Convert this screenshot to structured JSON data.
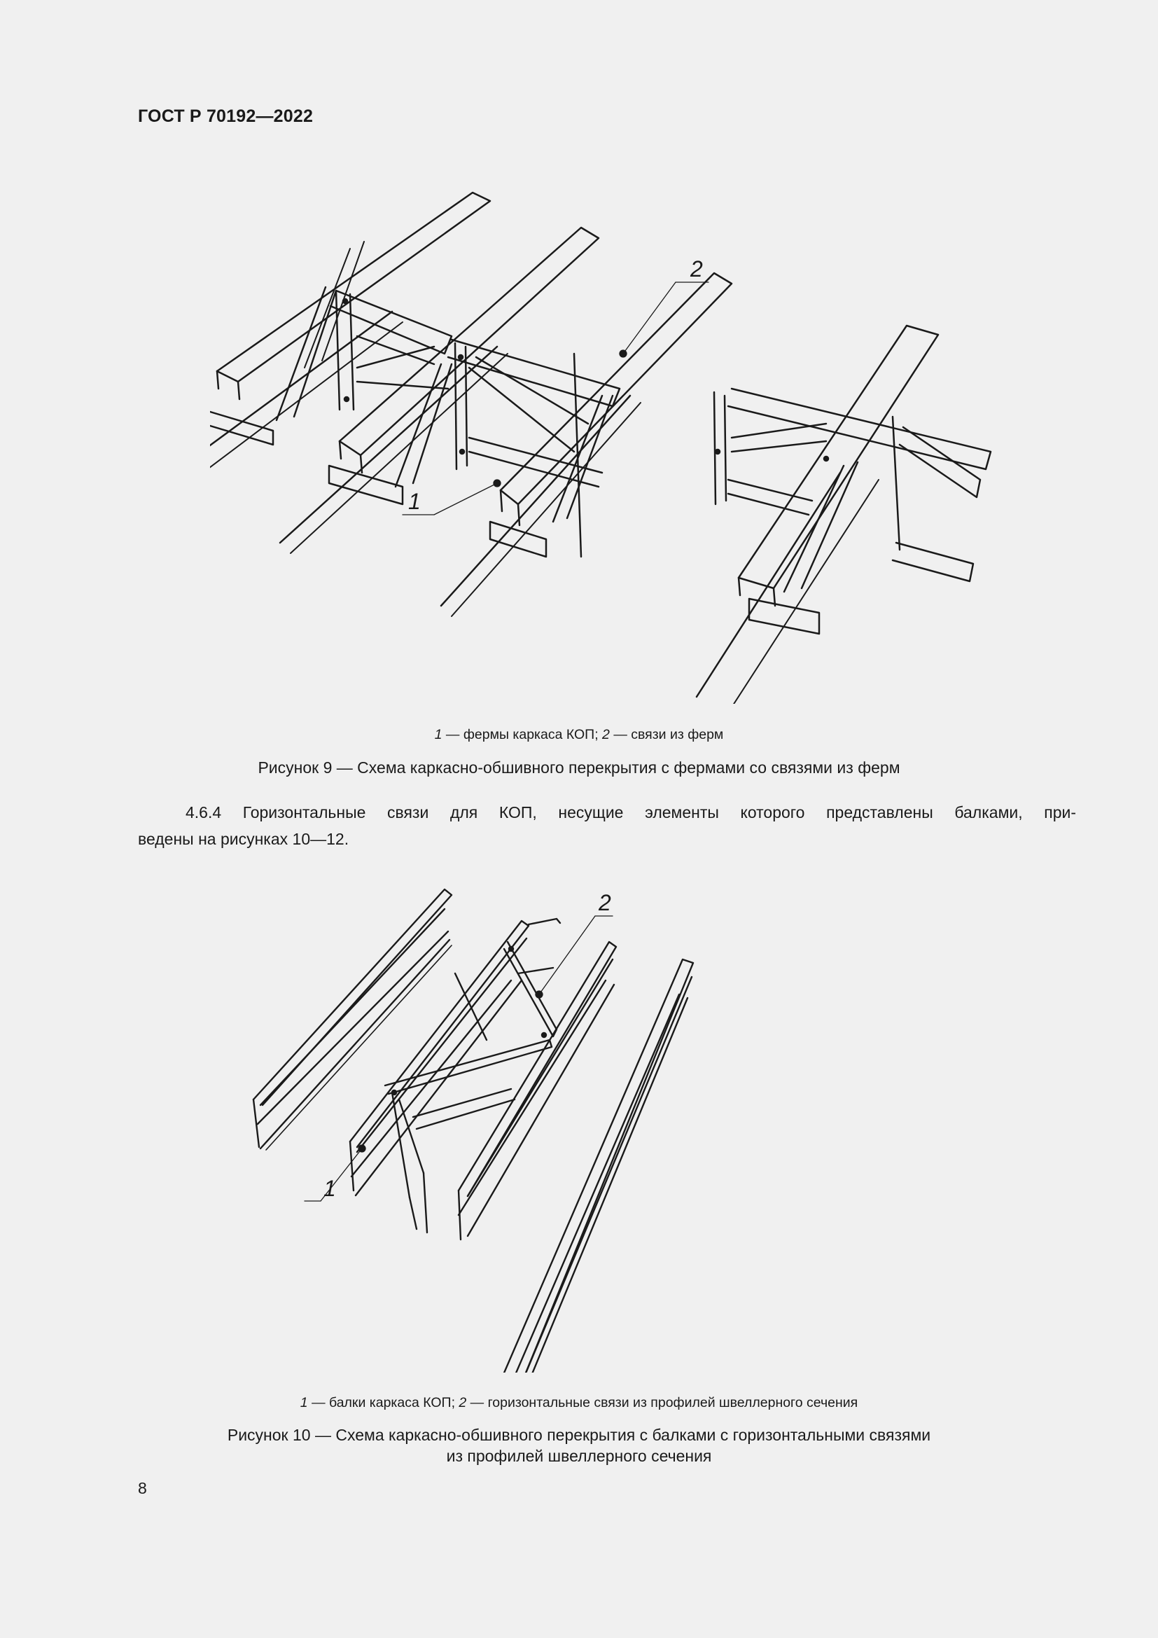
{
  "document": {
    "header": "ГОСТ Р 70192—2022",
    "page_number": "8"
  },
  "figure9": {
    "callouts": [
      "1",
      "2"
    ],
    "legend": {
      "item1_num": "1",
      "item1_text": " — фермы каркаса КОП; ",
      "item2_num": "2",
      "item2_text": " — связи из ферм"
    },
    "caption": "Рисунок 9 — Схема каркасно-обшивного перекрытия с фермами со связями из ферм"
  },
  "paragraph": {
    "line1": "4.6.4 Горизонтальные связи для КОП, несущие элементы которого представлены балками, при-",
    "line2": "ведены на рисунках 10—12."
  },
  "figure10": {
    "callouts": [
      "1",
      "2"
    ],
    "legend": {
      "item1_num": "1",
      "item1_text": " — балки каркаса КОП; ",
      "item2_num": "2",
      "item2_text": " — горизонтальные связи из профилей швеллерного сечения"
    },
    "caption_line1": "Рисунок 10 — Схема каркасно-обшивного перекрытия с балками с горизонтальными связями",
    "caption_line2": "из профилей швеллерного сечения"
  }
}
